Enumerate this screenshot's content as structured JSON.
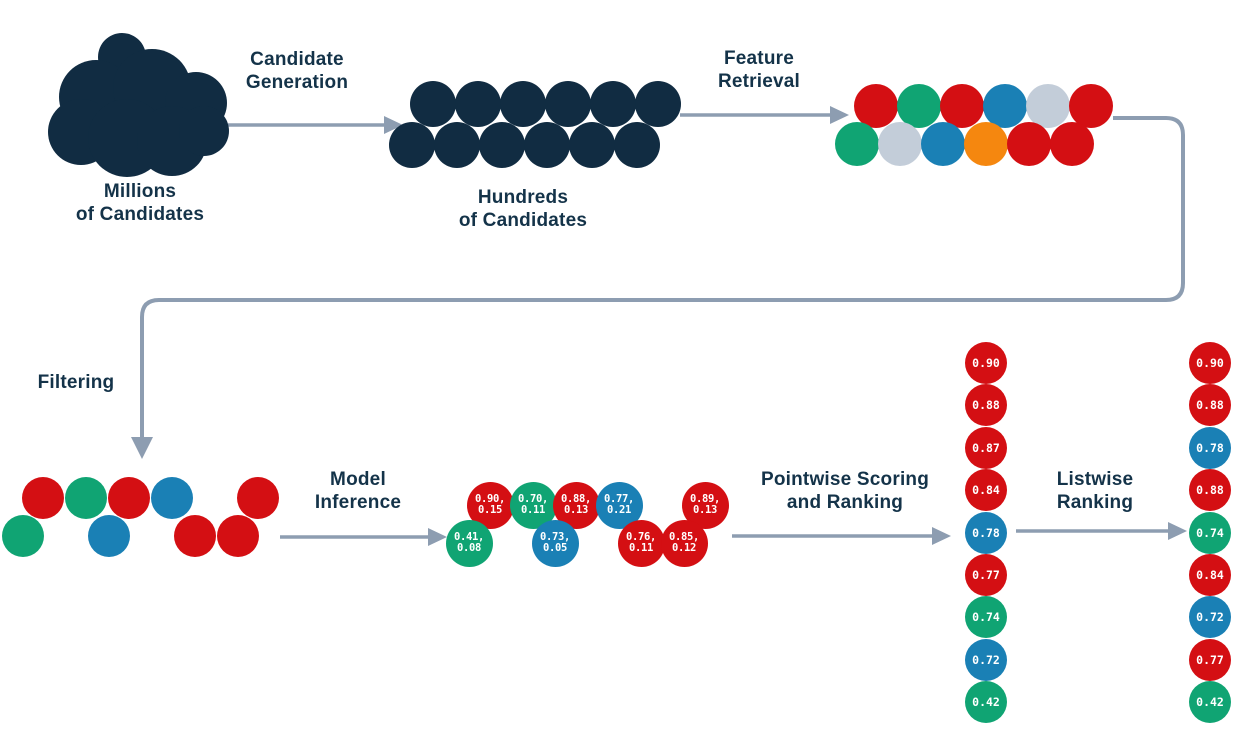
{
  "diagram": {
    "stage_labels": {
      "candidate_generation": "Candidate\nGeneration",
      "feature_retrieval": "Feature\nRetrieval",
      "filtering": "Filtering",
      "model_inference": "Model\nInference",
      "pointwise": "Pointwise Scoring\nand Ranking",
      "listwise": "Listwise\nRanking"
    },
    "captions": {
      "millions": "Millions\nof Candidates",
      "hundreds": "Hundreds\nof Candidates"
    },
    "colors": {
      "navy": "#112c42",
      "label_text": "#143349",
      "red": "#d40f13",
      "green": "#10a473",
      "blue": "#1a80b5",
      "gray": "#c3cdd9",
      "orange": "#f5870f",
      "arrow": "#8d9db1",
      "score_text": "#ffffff"
    },
    "clusters": {
      "hundreds": {
        "rows": [
          [
            "navy",
            "navy",
            "navy",
            "navy",
            "navy",
            "navy"
          ],
          [
            "navy",
            "navy",
            "navy",
            "navy",
            "navy",
            "navy"
          ]
        ]
      },
      "features": {
        "rows": [
          [
            "red",
            "green",
            "red",
            "blue",
            "gray",
            "red"
          ],
          [
            "green",
            "gray",
            "blue",
            "orange",
            "red",
            "red"
          ]
        ]
      },
      "filtered": {
        "rows": [
          [
            "red",
            "green",
            "red",
            "blue",
            null,
            "red"
          ],
          [
            "green",
            null,
            "blue",
            null,
            "red",
            "red"
          ]
        ]
      },
      "scored": {
        "rows": [
          [
            {
              "color": "red",
              "score": "0.90,\n0.15"
            },
            {
              "color": "green",
              "score": "0.70,\n0.11"
            },
            {
              "color": "red",
              "score": "0.88,\n0.13"
            },
            {
              "color": "blue",
              "score": "0.77,\n0.21"
            },
            null,
            {
              "color": "red",
              "score": "0.89,\n0.13"
            }
          ],
          [
            {
              "color": "green",
              "score": "0.41,\n0.08"
            },
            null,
            {
              "color": "blue",
              "score": "0.73,\n0.05"
            },
            null,
            {
              "color": "red",
              "score": "0.76,\n0.11"
            },
            {
              "color": "red",
              "score": "0.85,\n0.12"
            }
          ]
        ]
      },
      "pointwise_ranked": [
        {
          "color": "red",
          "score": "0.90"
        },
        {
          "color": "red",
          "score": "0.88"
        },
        {
          "color": "red",
          "score": "0.87"
        },
        {
          "color": "red",
          "score": "0.84"
        },
        {
          "color": "blue",
          "score": "0.78"
        },
        {
          "color": "red",
          "score": "0.77"
        },
        {
          "color": "green",
          "score": "0.74"
        },
        {
          "color": "blue",
          "score": "0.72"
        },
        {
          "color": "green",
          "score": "0.42"
        }
      ],
      "listwise_ranked": [
        {
          "color": "red",
          "score": "0.90"
        },
        {
          "color": "red",
          "score": "0.88"
        },
        {
          "color": "blue",
          "score": "0.78"
        },
        {
          "color": "red",
          "score": "0.88"
        },
        {
          "color": "green",
          "score": "0.74"
        },
        {
          "color": "red",
          "score": "0.84"
        },
        {
          "color": "blue",
          "score": "0.72"
        },
        {
          "color": "red",
          "score": "0.77"
        },
        {
          "color": "green",
          "score": "0.42"
        }
      ]
    }
  }
}
